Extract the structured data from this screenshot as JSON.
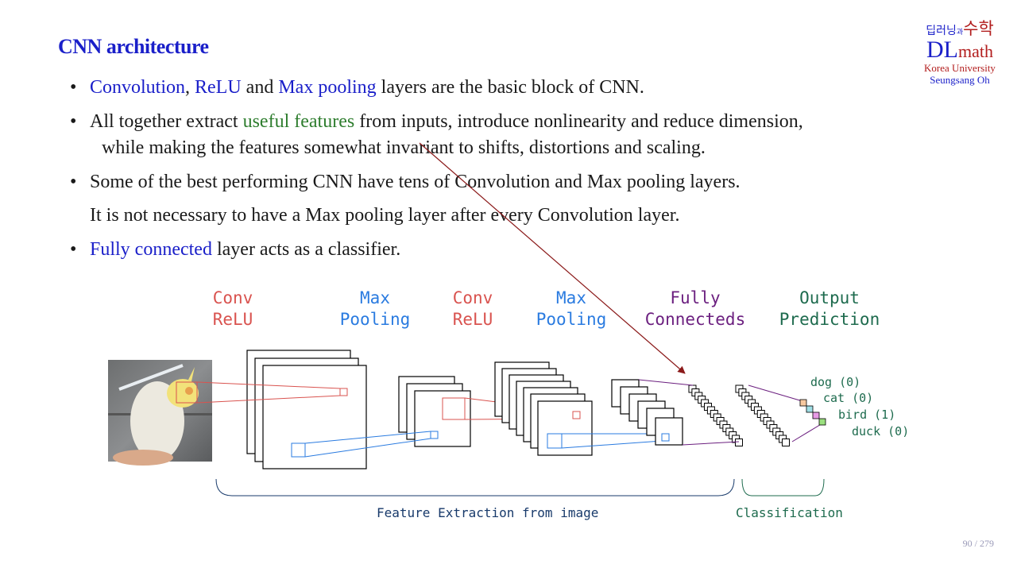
{
  "title": "CNN architecture",
  "logo": {
    "korean_left": "딥러닝",
    "korean_mid": "과",
    "korean_right": "수학",
    "dl": "DL",
    "math": "math",
    "university": "Korea University",
    "author": "Seungsang Oh"
  },
  "bullets": {
    "b1": {
      "t1": "Convolution",
      "t2": ", ",
      "t3": "ReLU",
      "t4": " and ",
      "t5": "Max pooling",
      "t6": " layers are the basic block of CNN."
    },
    "b2": {
      "t1": "All together extract ",
      "t2": "useful features",
      "t3": " from inputs, introduce nonlinearity and reduce dimension,",
      "cont": "while making the features somewhat invariant to shifts, distortions and scaling."
    },
    "b3": {
      "t1": "Some of the best performing CNN have tens of Convolution and Max pooling layers.",
      "plain": "It is not necessary to have a Max pooling layer after every Convolution layer."
    },
    "b4": {
      "t1": "Fully connected",
      "t2": " layer acts as a classifier."
    }
  },
  "diagram": {
    "labels": {
      "conv1": [
        "Conv",
        "ReLU"
      ],
      "pool1": [
        "Max",
        "Pooling"
      ],
      "conv2": [
        "Conv",
        "ReLU"
      ],
      "pool2": [
        "Max",
        "Pooling"
      ],
      "fc": [
        "Fully",
        "Connecteds"
      ],
      "output": [
        "Output",
        "Prediction"
      ]
    },
    "outputs": [
      "dog (0)",
      "cat (0)",
      "bird (1)",
      "duck (0)"
    ],
    "captions": {
      "features": "Feature Extraction from image",
      "classification": "Classification"
    },
    "colors": {
      "conv": "#d9534f",
      "pool": "#2a7be0",
      "fc": "#6b1f7f",
      "output": "#1e6b4e",
      "arrow": "#8b1a1a",
      "out_boxes": [
        "#f6c89f",
        "#9fdfe6",
        "#e79be6",
        "#9be07f"
      ]
    }
  },
  "page_number": "90 / 279"
}
